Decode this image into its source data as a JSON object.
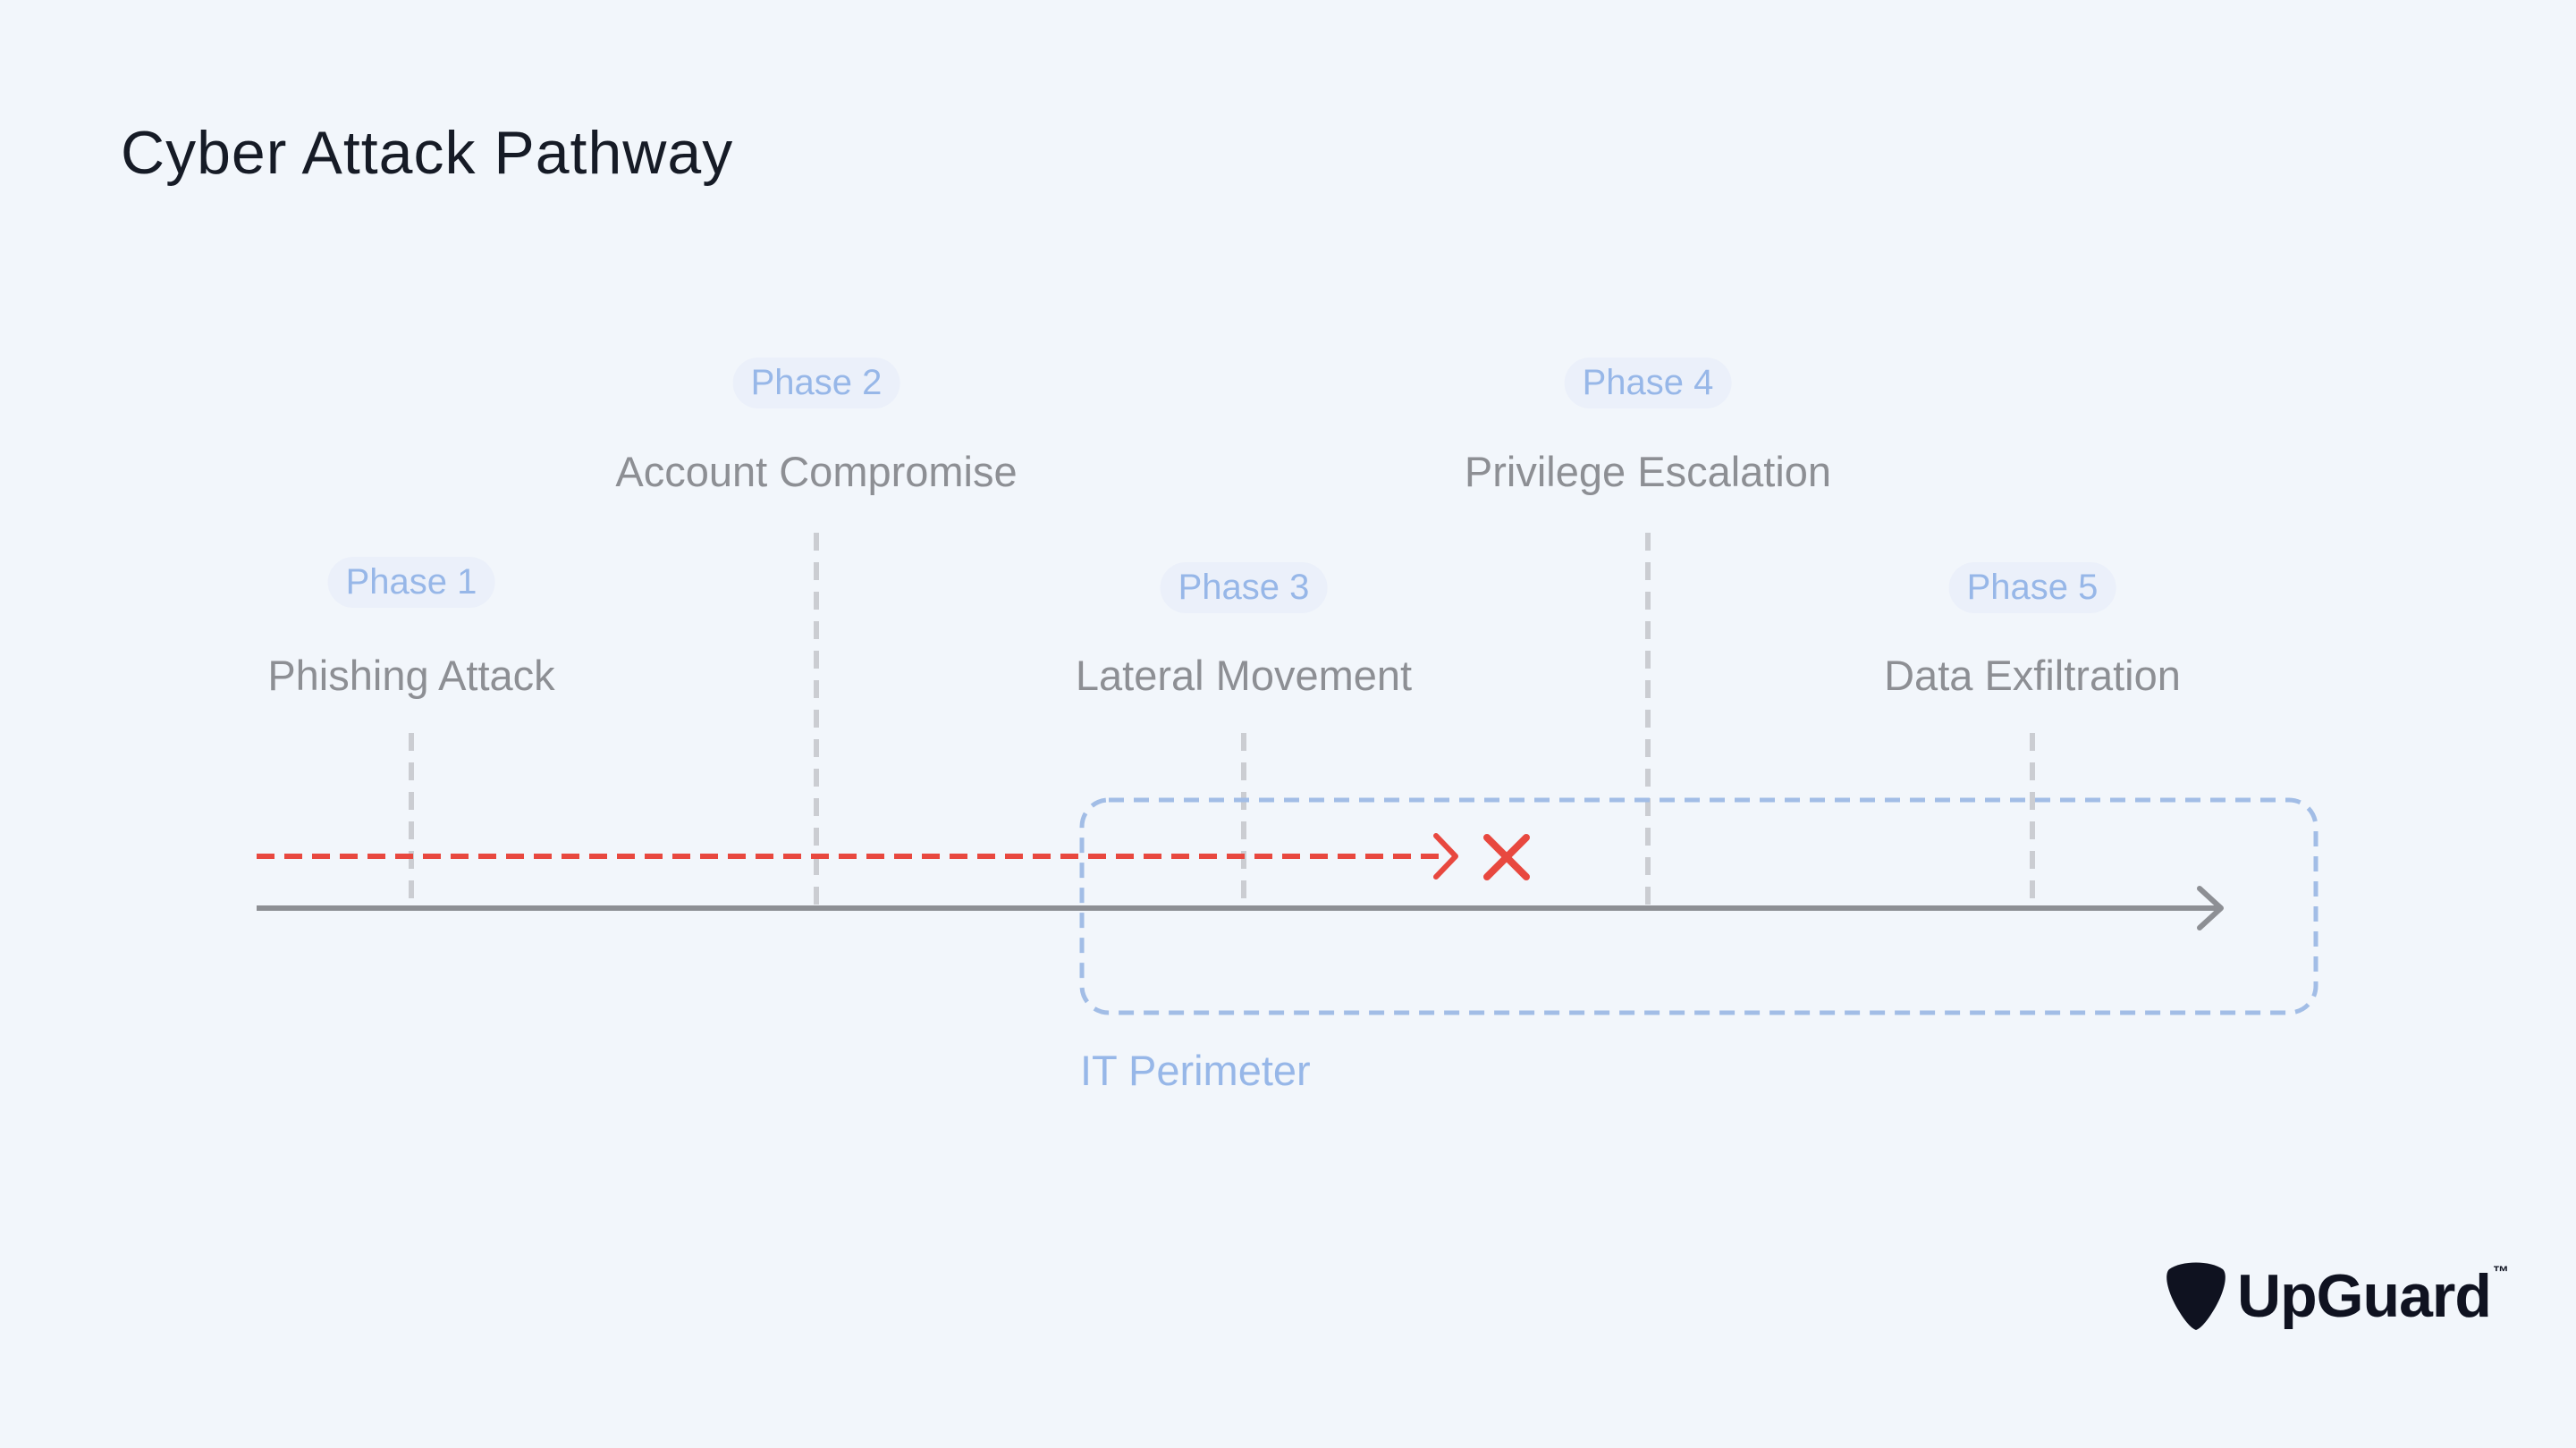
{
  "title": "Cyber Attack Pathway",
  "phases": [
    {
      "badge": "Phase 1",
      "name": "Phishing Attack"
    },
    {
      "badge": "Phase 2",
      "name": "Account Compromise"
    },
    {
      "badge": "Phase 3",
      "name": "Lateral Movement"
    },
    {
      "badge": "Phase 4",
      "name": "Privilege Escalation"
    },
    {
      "badge": "Phase 5",
      "name": "Data Exfiltration"
    }
  ],
  "perimeter_label": "IT Perimeter",
  "logo": {
    "text": "UpGuard",
    "tm": "™"
  },
  "colors": {
    "background": "#f2f6fb",
    "attack_path": "#e8483f",
    "timeline": "#8d8f94",
    "perimeter": "#a2bde6",
    "phase_marker": "#cbcdd2"
  }
}
